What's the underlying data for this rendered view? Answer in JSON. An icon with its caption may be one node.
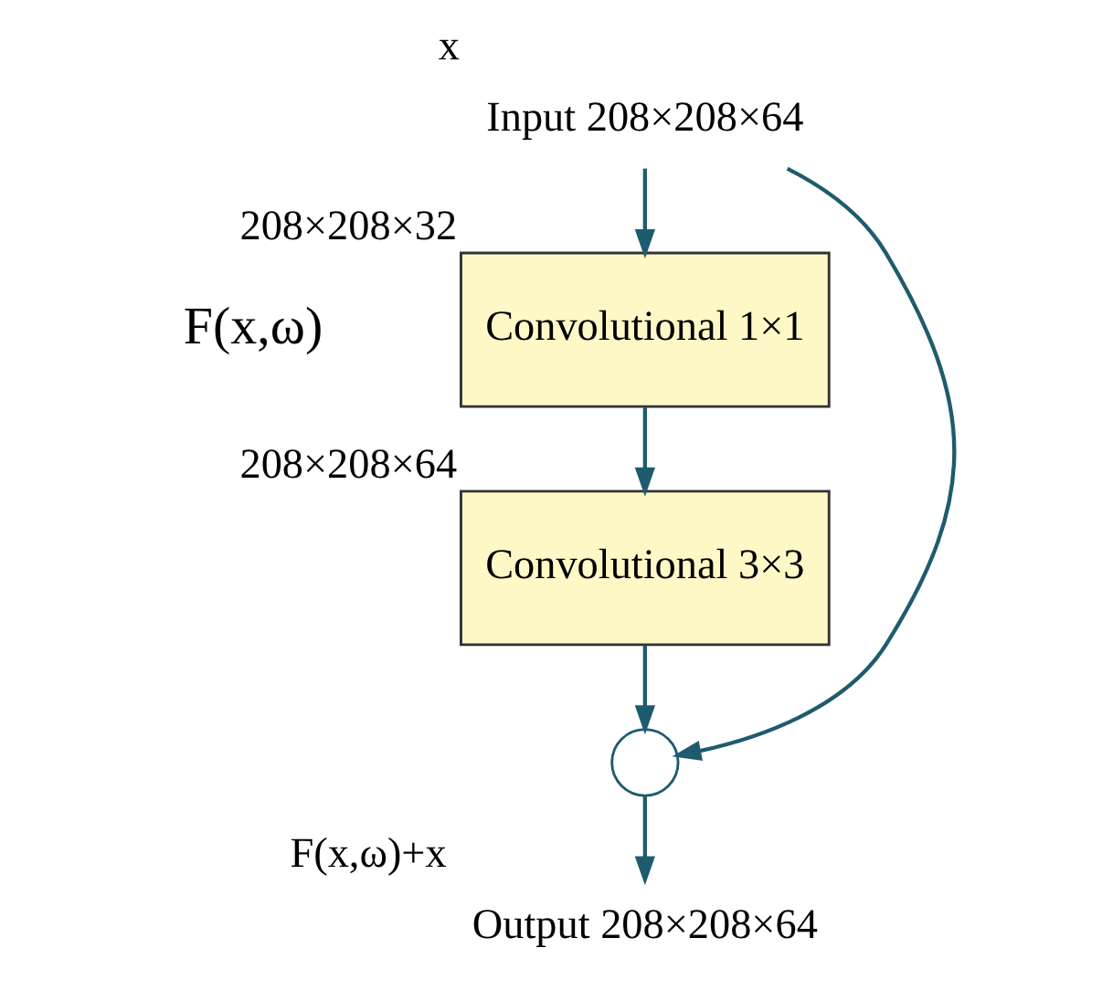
{
  "diagram": {
    "nodes": [
      {
        "text": [
          "Input 208×208×64"
        ],
        "beside": [
          "x"
        ]
      },
      {
        "text": [
          "Convolutional 1×1"
        ],
        "beside": [
          "208×208×32"
        ]
      },
      {
        "text": [
          "Convolutional 3×3"
        ],
        "beside": [
          "208×208×64"
        ]
      },
      {
        "text": [],
        "shape": "circle"
      },
      {
        "text": [
          "Output 208×208×64"
        ],
        "beside": [
          "F(x,ω)+x"
        ]
      }
    ],
    "edges": [
      {
        "from": 0,
        "to": 1,
        "arrow": "to"
      },
      {
        "from": 1,
        "to": 2,
        "arrow": "to"
      },
      {
        "from": 2,
        "to": 3,
        "arrow": "to"
      },
      {
        "from": 0,
        "to": 3,
        "arrow": "to"
      },
      {
        "from": 3,
        "to": 4,
        "arrow": "to"
      }
    ],
    "labels": [
      "F(x,ω)"
    ]
  }
}
